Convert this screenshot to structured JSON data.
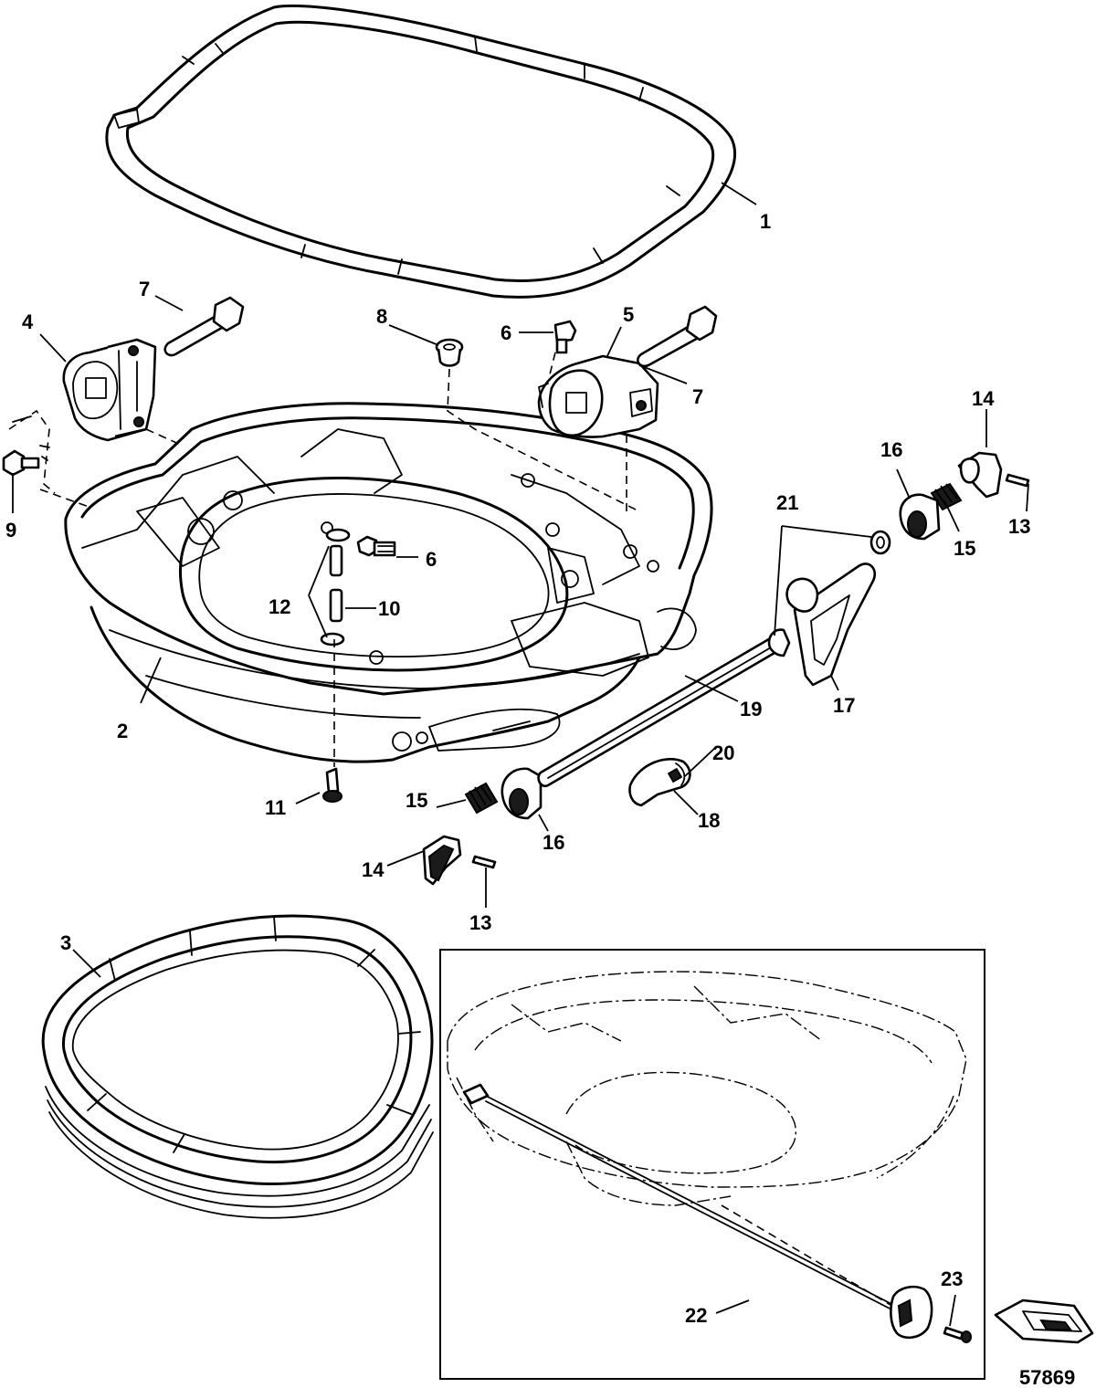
{
  "figure": {
    "reference_number": "57869",
    "callouts": [
      {
        "id": "c1",
        "label": "1"
      },
      {
        "id": "c2",
        "label": "2"
      },
      {
        "id": "c3",
        "label": "3"
      },
      {
        "id": "c4",
        "label": "4"
      },
      {
        "id": "c5",
        "label": "5"
      },
      {
        "id": "c6a",
        "label": "6"
      },
      {
        "id": "c6b",
        "label": "6"
      },
      {
        "id": "c7a",
        "label": "7"
      },
      {
        "id": "c7b",
        "label": "7"
      },
      {
        "id": "c8",
        "label": "8"
      },
      {
        "id": "c9",
        "label": "9"
      },
      {
        "id": "c10",
        "label": "10"
      },
      {
        "id": "c11",
        "label": "11"
      },
      {
        "id": "c12",
        "label": "12"
      },
      {
        "id": "c13a",
        "label": "13"
      },
      {
        "id": "c13b",
        "label": "13"
      },
      {
        "id": "c14a",
        "label": "14"
      },
      {
        "id": "c14b",
        "label": "14"
      },
      {
        "id": "c15a",
        "label": "15"
      },
      {
        "id": "c15b",
        "label": "15"
      },
      {
        "id": "c16a",
        "label": "16"
      },
      {
        "id": "c16b",
        "label": "16"
      },
      {
        "id": "c17",
        "label": "17"
      },
      {
        "id": "c18",
        "label": "18"
      },
      {
        "id": "c19",
        "label": "19"
      },
      {
        "id": "c20",
        "label": "20"
      },
      {
        "id": "c21",
        "label": "21"
      },
      {
        "id": "c22",
        "label": "22"
      },
      {
        "id": "c23",
        "label": "23"
      }
    ]
  }
}
